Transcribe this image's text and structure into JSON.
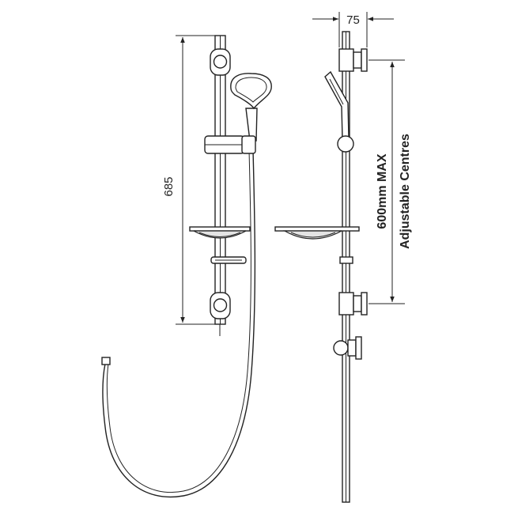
{
  "dimensions": {
    "rail_height": "685",
    "mount_width": "75",
    "centres_line1": "600mm MAX",
    "centres_line2": "Adjustable Centres"
  }
}
